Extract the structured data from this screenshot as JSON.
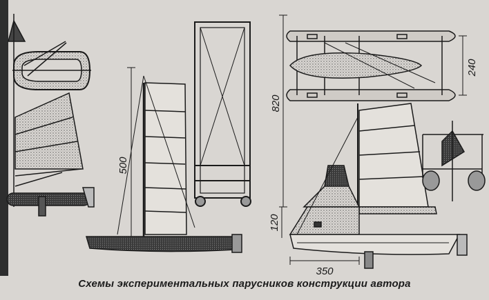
{
  "caption": "Схемы экспериментальных парусников конструкции автора",
  "dimensions": {
    "mast_height": "500",
    "overall_length": "820",
    "hull_spacing": "240",
    "platform_height": "120",
    "platform_width": "350"
  },
  "colors": {
    "paper": "#d9d6d2",
    "ink": "#1a1a1a",
    "shade": "#5a5a5a"
  }
}
